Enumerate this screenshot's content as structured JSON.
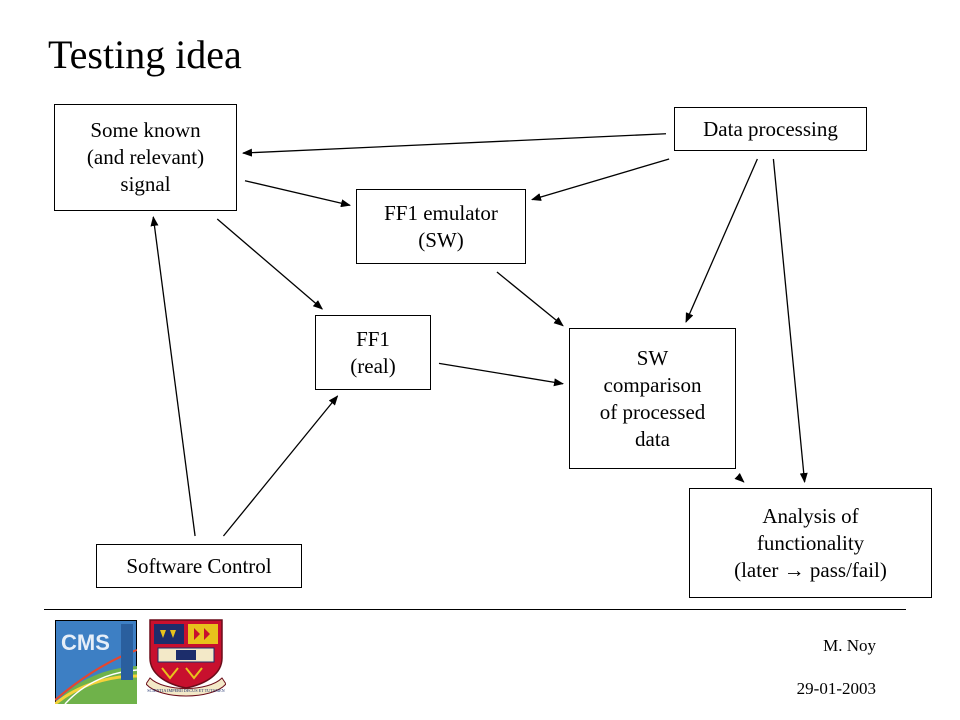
{
  "slide": {
    "title": "Testing idea"
  },
  "nodes": {
    "known_signal": {
      "lines": [
        "Some known",
        "(and relevant)",
        "signal"
      ]
    },
    "data_processing": {
      "lines": [
        "Data processing"
      ]
    },
    "ff1_emulator": {
      "lines": [
        "FF1 emulator",
        "(SW)"
      ]
    },
    "ff1_real": {
      "lines": [
        "FF1",
        "(real)"
      ]
    },
    "sw_comparison": {
      "lines": [
        "SW",
        "comparison",
        "of processed",
        "data"
      ]
    },
    "analysis": {
      "lines": [
        "Analysis of",
        "functionality",
        "(later → pass/fail)"
      ]
    },
    "software_control": {
      "lines": [
        "Software Control"
      ]
    }
  },
  "edges": [
    {
      "from": "data_processing",
      "to": "known_signal"
    },
    {
      "from": "data_processing",
      "to": "ff1_emulator"
    },
    {
      "from": "data_processing",
      "to": "sw_comparison"
    },
    {
      "from": "data_processing",
      "to": "analysis"
    },
    {
      "from": "known_signal",
      "to": "ff1_emulator"
    },
    {
      "from": "known_signal",
      "to": "ff1_real"
    },
    {
      "from": "ff1_emulator",
      "to": "sw_comparison"
    },
    {
      "from": "ff1_real",
      "to": "sw_comparison"
    },
    {
      "from": "sw_comparison",
      "to": "analysis"
    },
    {
      "from": "software_control",
      "to": "known_signal"
    },
    {
      "from": "software_control",
      "to": "ff1_real"
    }
  ],
  "footer": {
    "author": "M. Noy",
    "date": "29-01-2003",
    "logos": [
      {
        "name": "CMS",
        "text": "CMS"
      },
      {
        "name": "imperial-college-crest",
        "text": "SCIENTIA IMPERII DECUS ET TUTAMEN"
      }
    ]
  },
  "colors": {
    "line": "#000000",
    "background": "#ffffff",
    "cms_blue": "#3d7fc4",
    "crest_red": "#c8102e",
    "crest_gold": "#e8c21c",
    "crest_navy": "#1c2d6b"
  }
}
